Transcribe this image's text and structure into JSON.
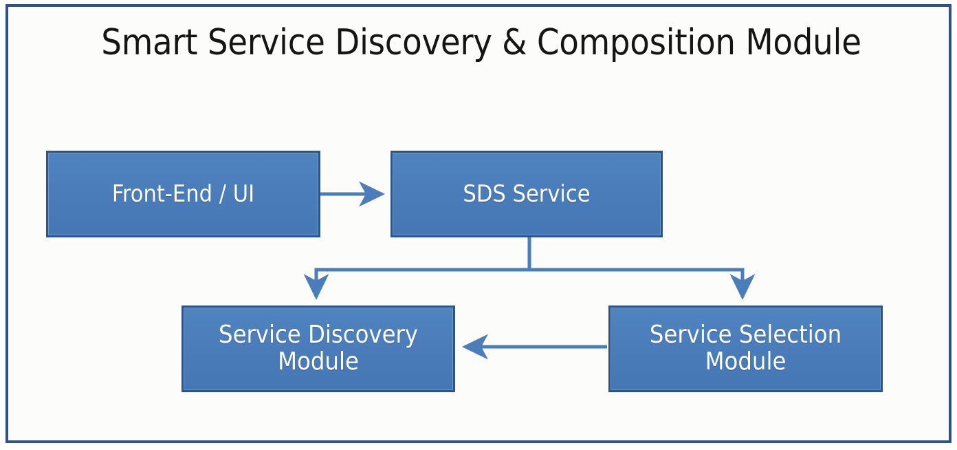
{
  "diagram": {
    "title": "Smart Service Discovery & Composition Module",
    "frame": {
      "border_color": "#2e5288",
      "background_color": "#fcfdfb"
    },
    "node_style": {
      "fill_color": "#4a7dba",
      "border_color": "#2c5489",
      "text_color": "#ffffff"
    },
    "connector_style": {
      "line_color": "#4a7dba",
      "line_width": 5
    },
    "nodes": [
      {
        "id": "frontend",
        "label": "Front-End / UI"
      },
      {
        "id": "sds",
        "label": "SDS Service"
      },
      {
        "id": "discovery",
        "label": "Service Discovery\nModule"
      },
      {
        "id": "selection",
        "label": "Service Selection\nModule"
      }
    ],
    "edges": [
      {
        "id": "frontend-to-sds",
        "from": "frontend",
        "to": "sds",
        "direction": "right",
        "style": "straight"
      },
      {
        "id": "sds-to-discovery",
        "from": "sds",
        "to": "discovery",
        "direction": "down",
        "style": "elbow"
      },
      {
        "id": "sds-to-selection",
        "from": "sds",
        "to": "selection",
        "direction": "down",
        "style": "elbow"
      },
      {
        "id": "selection-to-discovery",
        "from": "selection",
        "to": "discovery",
        "direction": "left",
        "style": "straight"
      }
    ]
  }
}
